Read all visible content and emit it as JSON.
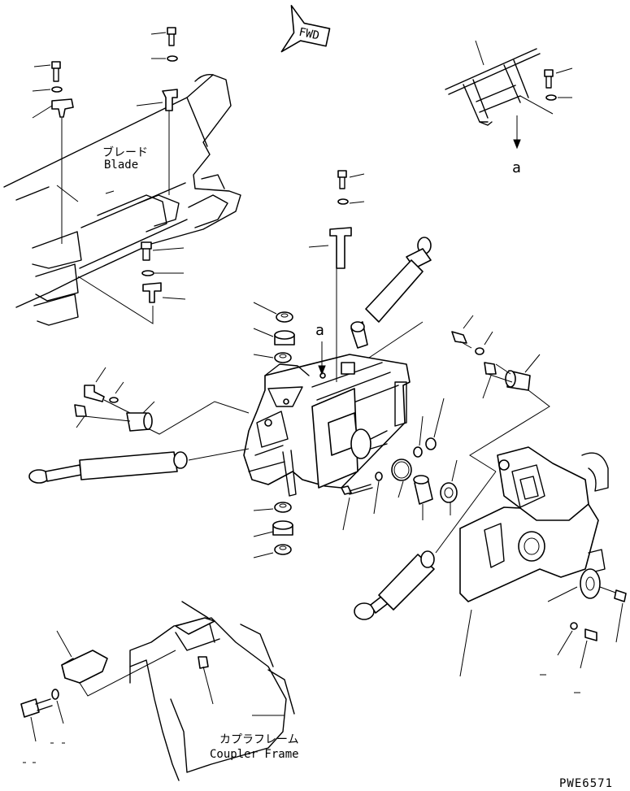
{
  "direction": {
    "text": "FWD"
  },
  "views": {
    "view_a_title": "a",
    "view_a_marker": "a"
  },
  "labels": {
    "blade_jp": "ブレード",
    "blade_en": "Blade",
    "coupler_jp": "カプラフレーム",
    "coupler_en": "Coupler Frame"
  },
  "drawing_code": "PWE6571"
}
